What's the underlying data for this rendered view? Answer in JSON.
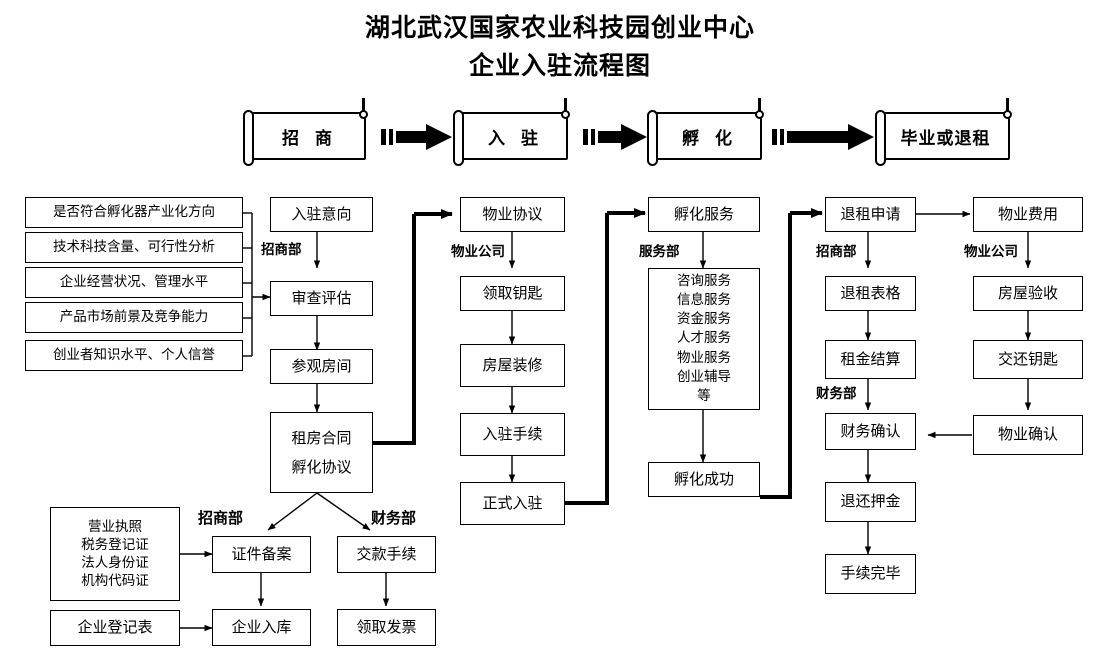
{
  "title": {
    "line1": "湖北武汉国家农业科技园创业中心",
    "line2": "企业入驻流程图"
  },
  "stages": [
    {
      "label": "招  商"
    },
    {
      "label": "入  驻"
    },
    {
      "label": "孵  化"
    },
    {
      "label": "毕业或退租"
    }
  ],
  "stage_arrow_icon": "thick-right-arrow-icon",
  "criteria": [
    {
      "label": "是否符合孵化器产业化方向"
    },
    {
      "label": "技术科技含量、可行性分析"
    },
    {
      "label": "企业经营状况、管理水平"
    },
    {
      "label": "产品市场前景及竞争能力"
    },
    {
      "label": "创业者知识水平、个人信誉"
    }
  ],
  "col_attract": {
    "dept": "招商部",
    "steps": [
      {
        "label": "入驻意向"
      },
      {
        "label": "审查评估"
      },
      {
        "label": "参观房间"
      }
    ],
    "contract": {
      "line1": "租房合同",
      "line2": "孵化协议"
    }
  },
  "col_property": {
    "dept": "物业公司",
    "steps": [
      {
        "label": "物业协议"
      },
      {
        "label": "领取钥匙"
      },
      {
        "label": "房屋装修"
      },
      {
        "label": "入驻手续"
      },
      {
        "label": "正式入驻"
      }
    ]
  },
  "col_service": {
    "dept": "服务部",
    "head": "孵化服务",
    "services": [
      "咨询服务",
      "信息服务",
      "资金服务",
      "人才服务",
      "物业服务",
      "创业辅导",
      "等"
    ],
    "tail": "孵化成功"
  },
  "col_exit": {
    "dept_attract": "招商部",
    "dept_finance": "财务部",
    "steps": [
      {
        "label": "退租申请"
      },
      {
        "label": "退租表格"
      },
      {
        "label": "租金结算"
      },
      {
        "label": "财务确认"
      },
      {
        "label": "退还押金"
      },
      {
        "label": "手续完毕"
      }
    ]
  },
  "col_handover": {
    "dept": "物业公司",
    "steps": [
      {
        "label": "物业费用"
      },
      {
        "label": "房屋验收"
      },
      {
        "label": "交还钥匙"
      },
      {
        "label": "物业确认"
      }
    ]
  },
  "bottom": {
    "documents": [
      "营业执照",
      "税务登记证",
      "法人身份证",
      "机构代码证"
    ],
    "registration_form": "企业登记表",
    "dept_attract": "招商部",
    "dept_finance": "财务部",
    "attract_steps": [
      {
        "label": "证件备案"
      },
      {
        "label": "企业入库"
      }
    ],
    "finance_steps": [
      {
        "label": "交款手续"
      },
      {
        "label": "领取发票"
      }
    ]
  },
  "colors": {
    "stroke": "#000000",
    "background": "#ffffff",
    "text": "#000000"
  }
}
